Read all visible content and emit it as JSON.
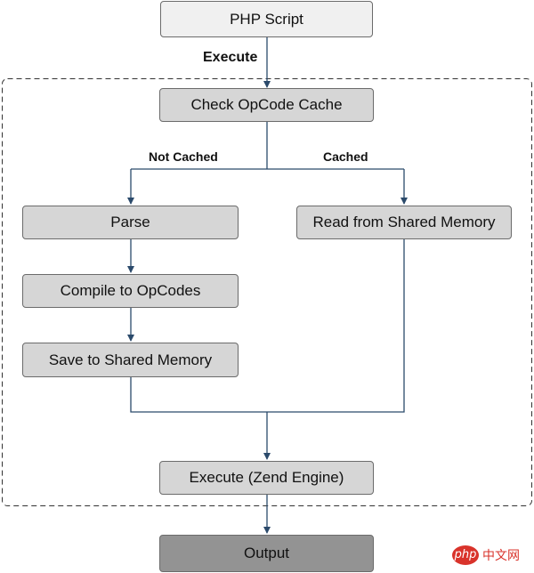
{
  "nodes": {
    "php_script": "PHP Script",
    "check_cache": "Check OpCode Cache",
    "parse": "Parse",
    "compile": "Compile to OpCodes",
    "save": "Save to Shared Memory",
    "read": "Read from Shared Memory",
    "execute": "Execute (Zend Engine)",
    "output": "Output"
  },
  "edge_labels": {
    "execute": "Execute",
    "not_cached": "Not Cached",
    "cached": "Cached"
  },
  "watermark": {
    "logo": "php",
    "text": "中文网"
  },
  "colors": {
    "line": "#2b4a6b",
    "box_light": "#f0f0f0",
    "box_mid": "#d6d6d6",
    "box_dark": "#939393",
    "border": "#6b6b6b"
  }
}
